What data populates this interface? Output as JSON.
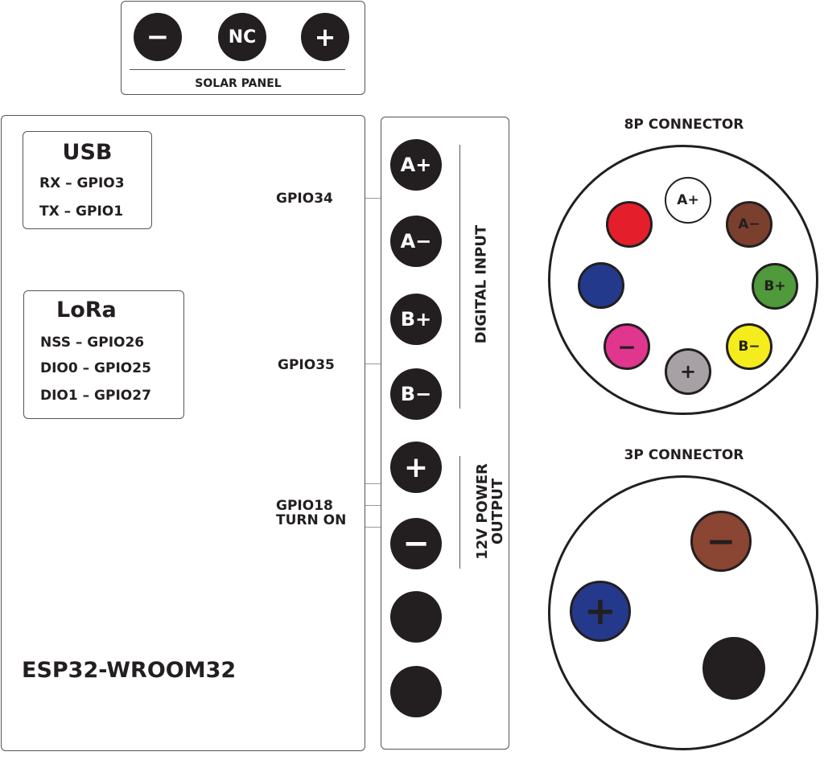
{
  "solar_panel": {
    "label": "SOLAR PANEL",
    "pins": [
      "−",
      "NC",
      "+"
    ]
  },
  "esp32": {
    "title": "ESP32-WROOM32",
    "usb": {
      "title": "USB",
      "lines": [
        "RX – GPIO3",
        "TX – GPIO1"
      ]
    },
    "lora": {
      "title": "LoRa",
      "lines": [
        "NSS – GPIO26",
        "DIO0 – GPIO25",
        "DIO1 – GPIO27"
      ]
    },
    "gpio_labels": {
      "gpio34": "GPIO34",
      "gpio35": "GPIO35",
      "gpio18_line1": "GPIO18",
      "gpio18_line2": "TURN ON"
    }
  },
  "terminal": {
    "pins": [
      "A+",
      "A−",
      "B+",
      "B−",
      "+",
      "−",
      "",
      ""
    ],
    "digital_input_label": "DIGITAL INPUT",
    "power_output_line1": "12V POWER",
    "power_output_line2": "OUTPUT"
  },
  "connector_8p": {
    "title": "8P CONNECTOR",
    "pins": [
      {
        "label": "A+",
        "color": "#ffffff"
      },
      {
        "label": "A−",
        "color": "#7b3f2e"
      },
      {
        "label": "B+",
        "color": "#4f9a3a"
      },
      {
        "label": "B−",
        "color": "#f4ec1c"
      },
      {
        "label": "+",
        "color": "#a7a1a6"
      },
      {
        "label": "−",
        "color": "#e0368e"
      },
      {
        "label": "",
        "color": "#233a8c"
      },
      {
        "label": "",
        "color": "#e41e2b"
      }
    ]
  },
  "connector_3p": {
    "title": "3P CONNECTOR",
    "pins": [
      {
        "label": "−",
        "color": "#8b4533"
      },
      {
        "label": "+",
        "color": "#25398c"
      },
      {
        "label": "",
        "color": "#231f20"
      }
    ]
  }
}
